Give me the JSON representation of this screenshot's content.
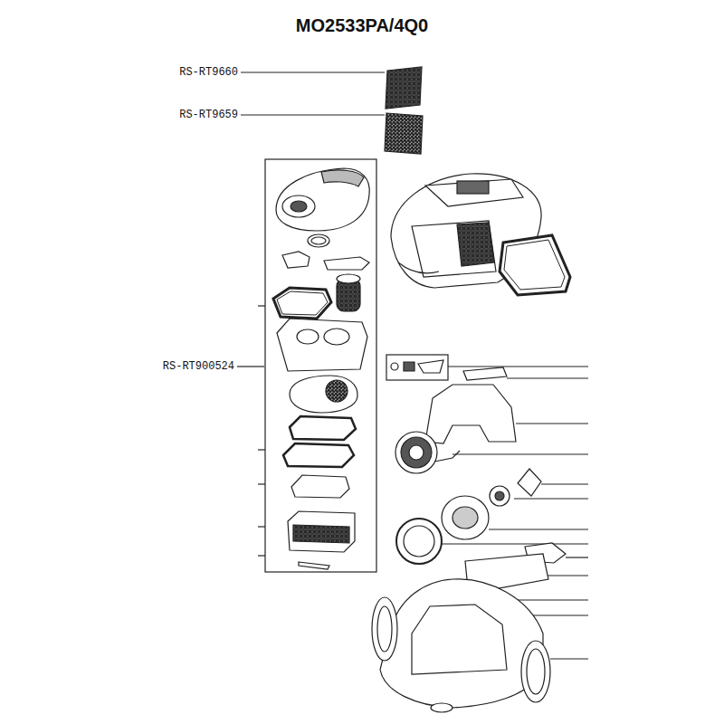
{
  "diagram": {
    "title": "MO2533PA/4Q0",
    "labels": [
      "RS-RT9660",
      "RS-RT9659",
      "RS-RT900524"
    ]
  }
}
